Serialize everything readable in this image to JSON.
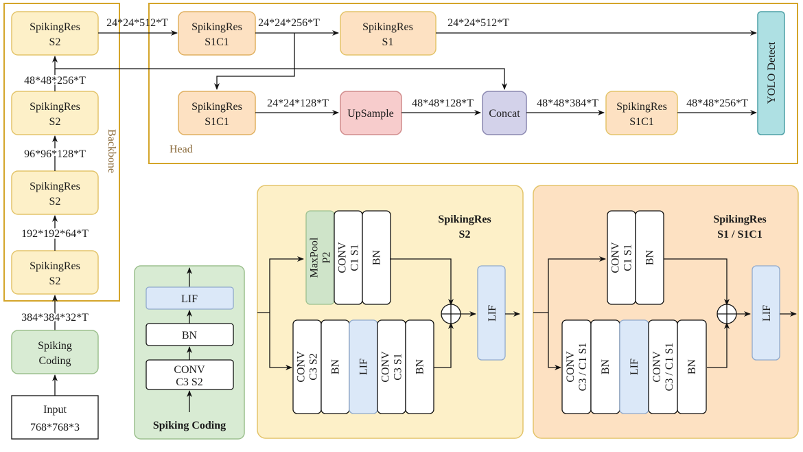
{
  "colors": {
    "frame": "#d4a52a",
    "yellow_fill": "#fdf0c8",
    "yellow_stroke": "#e3c46a",
    "orange_fill": "#fde1c2",
    "orange_stroke": "#e0b060",
    "green_fill": "#d8ebd3",
    "green_stroke": "#9cc08e",
    "red_fill": "#f7cccc",
    "red_stroke": "#d08b8b",
    "purple_fill": "#d3d2ea",
    "purple_stroke": "#8a87b0",
    "cyan_fill": "#aee0e3",
    "cyan_stroke": "#4da0a6",
    "blue_fill": "#dbe8f8",
    "blue_stroke": "#8fa9cc",
    "maxpool_fill": "#cfe4c9"
  },
  "backbone": {
    "label": "Backbone",
    "blocks": [
      {
        "l1": "SpikingRes",
        "l2": "S2"
      },
      {
        "l1": "SpikingRes",
        "l2": "S2"
      },
      {
        "l1": "SpikingRes",
        "l2": "S2"
      },
      {
        "l1": "SpikingRes",
        "l2": "S2"
      }
    ],
    "edges": [
      "48*48*256*T",
      "96*96*128*T",
      "192*192*64*T",
      "384*384*32*T"
    ],
    "coding": {
      "l1": "Spiking",
      "l2": "Coding"
    },
    "input": {
      "l1": "Input",
      "l2": "768*768*3"
    }
  },
  "head": {
    "label": "Head",
    "top_row": {
      "edge_in": "24*24*512*T",
      "s1c1": {
        "l1": "SpikingRes",
        "l2": "S1C1"
      },
      "edge_mid": "24*24*256*T",
      "s1": {
        "l1": "SpikingRes",
        "l2": "S1"
      },
      "edge_out": "24*24*512*T"
    },
    "bottom_row": {
      "s1c1": {
        "l1": "SpikingRes",
        "l2": "S1C1"
      },
      "edge1": "24*24*128*T",
      "upsample": "UpSample",
      "edge2": "48*48*128*T",
      "concat": "Concat",
      "edge3": "48*48*384*T",
      "s1c1b": {
        "l1": "SpikingRes",
        "l2": "S1C1"
      },
      "edge4": "48*48*256*T"
    },
    "detect": "YOLO Detect"
  },
  "spiking_coding_detail": {
    "title": "Spiking Coding",
    "layers": [
      "LIF",
      "BN"
    ],
    "conv": {
      "l1": "CONV",
      "l2": "C3 S2"
    }
  },
  "s2_detail": {
    "title_l1": "SpikingRes",
    "title_l2": "S2",
    "shortcut": [
      {
        "l1": "MaxPool",
        "l2": "P2"
      },
      {
        "l1": "CONV",
        "l2": "C1 S1"
      },
      {
        "l1": "BN",
        "l2": ""
      }
    ],
    "main": [
      {
        "l1": "CONV",
        "l2": "C3 S2"
      },
      {
        "l1": "BN",
        "l2": ""
      },
      {
        "l1": "LIF",
        "l2": ""
      },
      {
        "l1": "CONV",
        "l2": "C3 S1"
      },
      {
        "l1": "BN",
        "l2": ""
      }
    ],
    "out": "LIF"
  },
  "s1_detail": {
    "title_l1": "SpikingRes",
    "title_l2": "S1 / S1C1",
    "shortcut": [
      {
        "l1": "CONV",
        "l2": "C1 S1"
      },
      {
        "l1": "BN",
        "l2": ""
      }
    ],
    "main": [
      {
        "l1": "CONV",
        "l2": "C3 / C1  S1"
      },
      {
        "l1": "BN",
        "l2": ""
      },
      {
        "l1": "LIF",
        "l2": ""
      },
      {
        "l1": "CONV",
        "l2": "C3 / C1  S1"
      },
      {
        "l1": "BN",
        "l2": ""
      }
    ],
    "out": "LIF"
  }
}
